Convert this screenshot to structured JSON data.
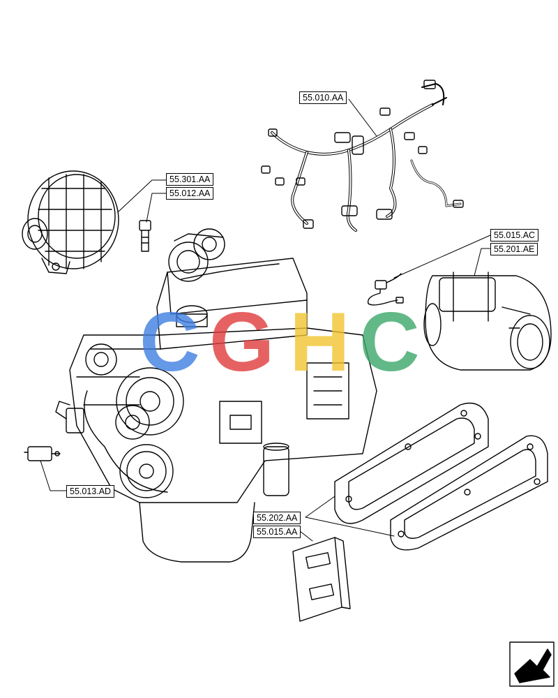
{
  "callouts": {
    "harness": "55.010.AA",
    "alternator": "55.301.AA",
    "sensor_a": "55.012.AA",
    "starter_sensor": "55.015.AC",
    "starter": "55.201.AE",
    "crank_sensor": "55.013.AD",
    "heater": "55.202.AA",
    "ecu": "55.015.AA"
  },
  "watermark": {
    "letters": [
      "C",
      "G",
      "H",
      "C"
    ],
    "colors": [
      "#3f7fe0",
      "#e03c3c",
      "#f2c531",
      "#3ca86a"
    ]
  },
  "icons": {
    "nav": "arrow-next-icon"
  },
  "colors": {
    "line": "#000000",
    "background": "#ffffff"
  }
}
